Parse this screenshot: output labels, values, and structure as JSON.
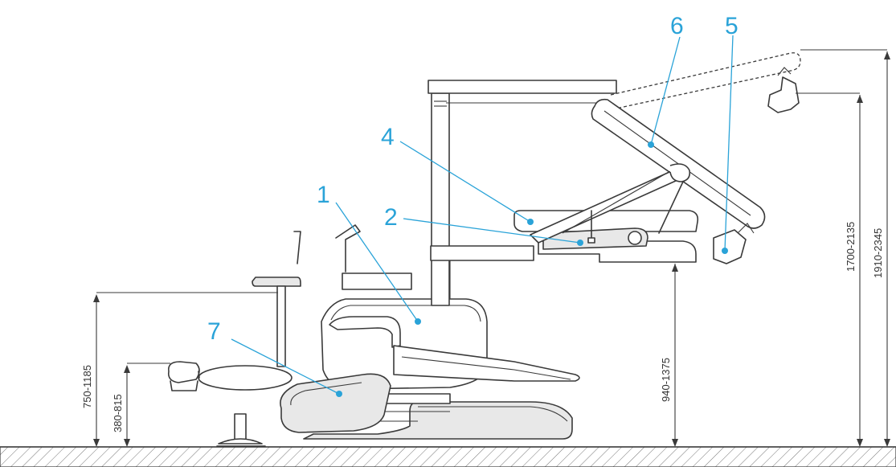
{
  "callouts": [
    {
      "id": "1",
      "label": "1"
    },
    {
      "id": "2",
      "label": "2"
    },
    {
      "id": "4",
      "label": "4"
    },
    {
      "id": "5",
      "label": "5"
    },
    {
      "id": "6",
      "label": "6"
    },
    {
      "id": "7",
      "label": "7"
    }
  ],
  "dimensions": {
    "stool_height": "750-1185",
    "headrest_height": "380-815",
    "tray_height": "940-1375",
    "light_height_low": "1700-2135",
    "light_height_high": "1910-2345"
  },
  "colors": {
    "callout": "#2aa3d8",
    "line": "#3a3a3a",
    "floor_fill": "#d8d8d8"
  }
}
